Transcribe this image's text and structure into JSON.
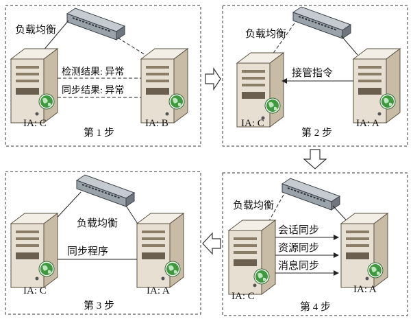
{
  "colors": {
    "server_body": "#e7dfd2",
    "server_shadow": "#c9bca6",
    "switch_body": "#9aa2aa",
    "globe": "#3f9a3f",
    "line": "#222222"
  },
  "panels": [
    {
      "step_label": "第 1 步",
      "load_balance_label": "负载均衡",
      "left_server_label": "IA: C",
      "right_server_label": "IA: B",
      "msg_top": "检测结果: 异常",
      "msg_bottom": "同步结果: 异常"
    },
    {
      "step_label": "第 2 步",
      "load_balance_label": "负载均衡",
      "left_server_label": "IA: C",
      "right_server_label": "IA: A",
      "msg_takeover": "接管指令"
    },
    {
      "step_label": "第 3 步",
      "load_balance_label": "负载均衡",
      "left_server_label": "IA: C",
      "right_server_label": "IA: A",
      "msg_sync": "同步程序"
    },
    {
      "step_label": "第 4 步",
      "load_balance_label": "负载均衡",
      "left_server_label": "IA: C",
      "right_server_label": "IA: A",
      "msg_session": "会话同步",
      "msg_resource": "资源同步",
      "msg_message": "消息同步"
    }
  ]
}
